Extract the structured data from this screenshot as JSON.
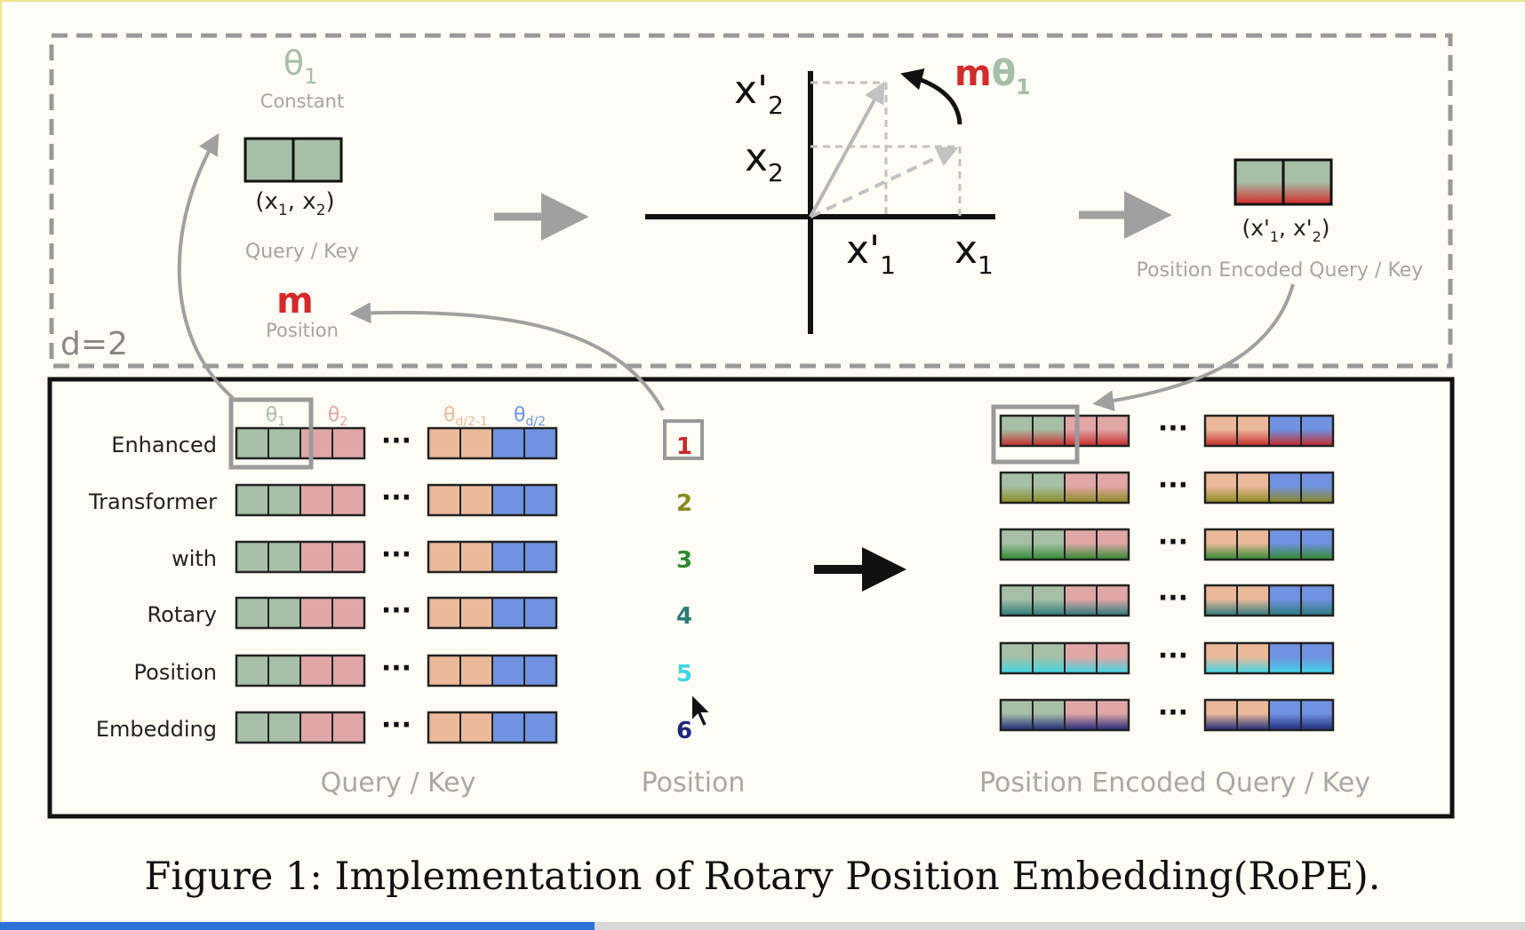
{
  "top_panel": {
    "theta1": {
      "main": "θ",
      "sub": "1"
    },
    "constant_label": "Constant",
    "x_pair": {
      "open": "(x",
      "s1": "1",
      "mid": ", x",
      "s2": "2",
      "close": ")"
    },
    "query_key_label": "Query / Key",
    "m_label": "m",
    "position_label": "Position",
    "d_label": "d=2",
    "axis_x2prime": {
      "main": "x'",
      "sub": "2"
    },
    "axis_x2": {
      "main": "x",
      "sub": "2"
    },
    "axis_x1prime": {
      "main": "x'",
      "sub": "1"
    },
    "axis_x1": {
      "main": "x",
      "sub": "1"
    },
    "rotation_label": {
      "m": "m",
      "theta": "θ",
      "sub": "1"
    },
    "encoded_pair": {
      "open": "(x'",
      "s1": "1",
      "mid": ", x'",
      "s2": "2",
      "close": ")"
    },
    "encoded_label": "Position Encoded Query / Key"
  },
  "bottom_panel": {
    "row_labels": [
      "Enhanced",
      "Transformer",
      "with",
      "Rotary",
      "Position",
      "Embedding"
    ],
    "theta_headers": [
      {
        "main": "θ",
        "sub": "1"
      },
      {
        "main": "θ",
        "sub": "2"
      },
      {
        "main": "θ",
        "sub": "d/2-1"
      },
      {
        "main": "θ",
        "sub": "d/2"
      }
    ],
    "ellipsis": "···",
    "positions": [
      "1",
      "2",
      "3",
      "4",
      "5",
      "6"
    ],
    "query_key_caption": "Query / Key",
    "position_caption": "Position",
    "encoded_caption": "Position Encoded Query / Key"
  },
  "colors": {
    "theta1": "#a6bfa6",
    "theta2": "#e1a7a7",
    "theta_d2m1": "#eab99a",
    "theta_d2": "#7092e0",
    "m_red": "#d42a2a",
    "positions": [
      "#c82a2a",
      "#8a8a1e",
      "#2e8a2e",
      "#2a7a7a",
      "#3ed6e6",
      "#1e2a7a"
    ]
  },
  "caption": "Figure 1: Implementation of Rotary Position Embedding(RoPE).",
  "video_progress_fraction": 0.39
}
